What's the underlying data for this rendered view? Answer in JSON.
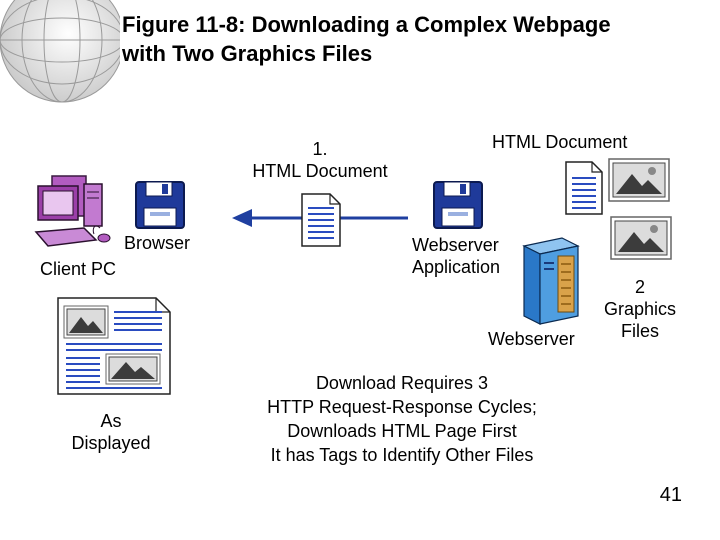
{
  "slide": {
    "title_line1": "Figure 11-8: Downloading a Complex Webpage",
    "title_line2": "with Two Graphics Files",
    "page_number": "41"
  },
  "labels": {
    "step_number": "1.",
    "step_html_document": "HTML Document",
    "top_html_document": "HTML Document",
    "browser": "Browser",
    "client_pc": "Client PC",
    "webserver_application_line1": "Webserver",
    "webserver_application_line2": "Application",
    "webserver": "Webserver",
    "graphics_count": "2",
    "graphics_line1": "Graphics",
    "graphics_line2": "Files",
    "as_displayed_line1": "As",
    "as_displayed_line2": "Displayed"
  },
  "notes": {
    "line1": "Download Requires 3",
    "line2": "HTTP Request-Response Cycles;",
    "line3": "Downloads HTML Page First",
    "line4": "It has Tags to Identify Other Files"
  },
  "colors": {
    "arrow": "#1f3fa0",
    "floppy": "#1f3a9a",
    "computer": "#9b3fa8",
    "document_line": "#2a4cc0",
    "server": "#2a78c8"
  }
}
